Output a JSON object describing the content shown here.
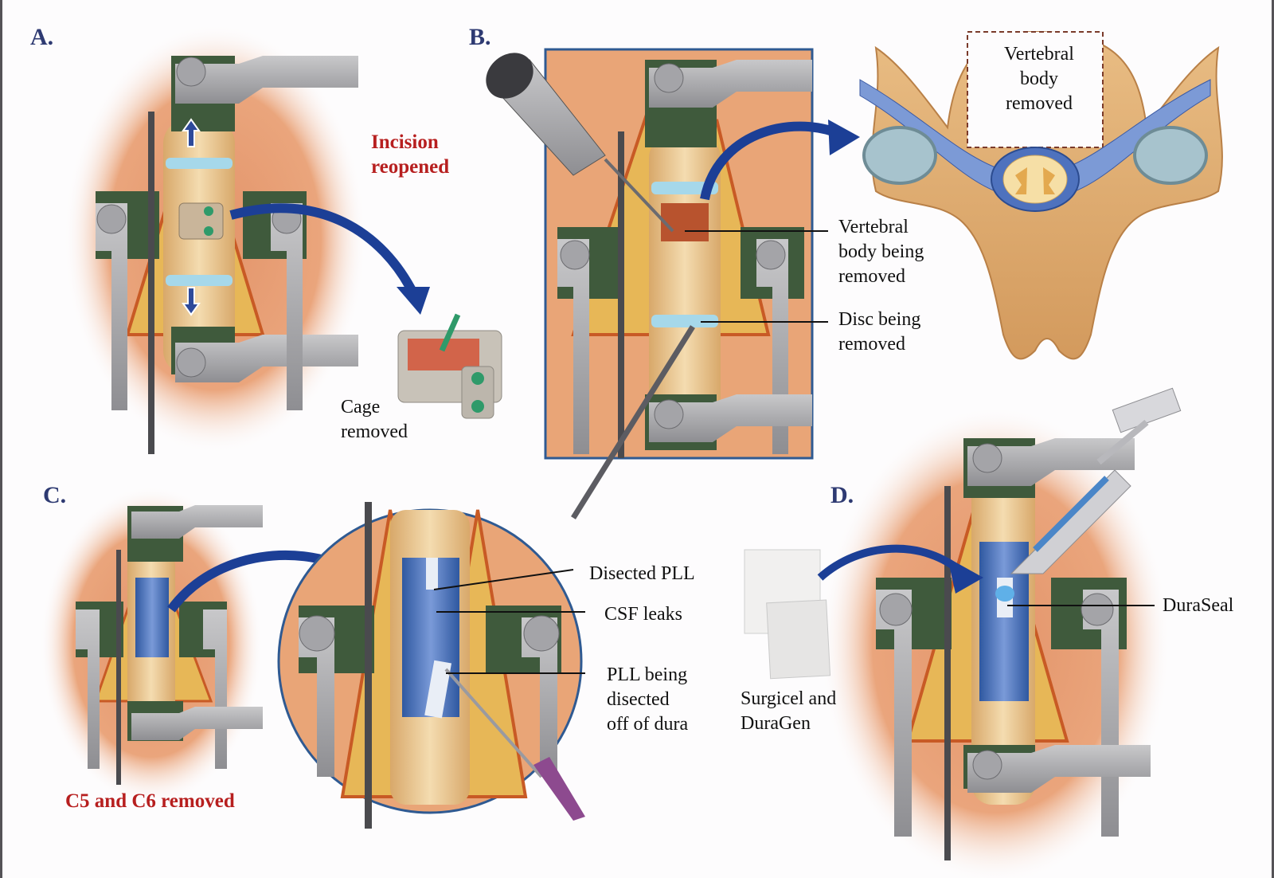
{
  "figure": {
    "panels": [
      {
        "id": "A",
        "letter": "A.",
        "callouts": [
          "Incision\nreopened"
        ],
        "labels": [
          "Cage\nremoved"
        ]
      },
      {
        "id": "B",
        "letter": "B.",
        "labels": [
          "Vertebral\nbody being\nremoved",
          "Disc being\nremoved"
        ],
        "inset_label": "Vertebral\nbody\nremoved"
      },
      {
        "id": "C",
        "letter": "C.",
        "callouts": [
          "C5 and C6 removed"
        ],
        "labels": [
          "Disected PLL",
          "CSF leaks",
          "PLL being\ndisected\noff of dura"
        ]
      },
      {
        "id": "D",
        "letter": "D.",
        "labels": [
          "DuraSeal",
          "Surgicel and\nDuraGen"
        ]
      }
    ]
  },
  "colors": {
    "letter": "#2e3a72",
    "callout_red": "#b71f1f",
    "skin": "#e9a577",
    "bone": "#e8c48f",
    "retractor": "#a8a8aa",
    "retractor_green": "#3f5a3c",
    "dura_blue": "#4a78c0",
    "arrow_blue": "#1c3f96",
    "disc_blue": "#a6d8ea",
    "muscle_yellow": "#e7b757",
    "muscle_red": "#c85a25"
  }
}
